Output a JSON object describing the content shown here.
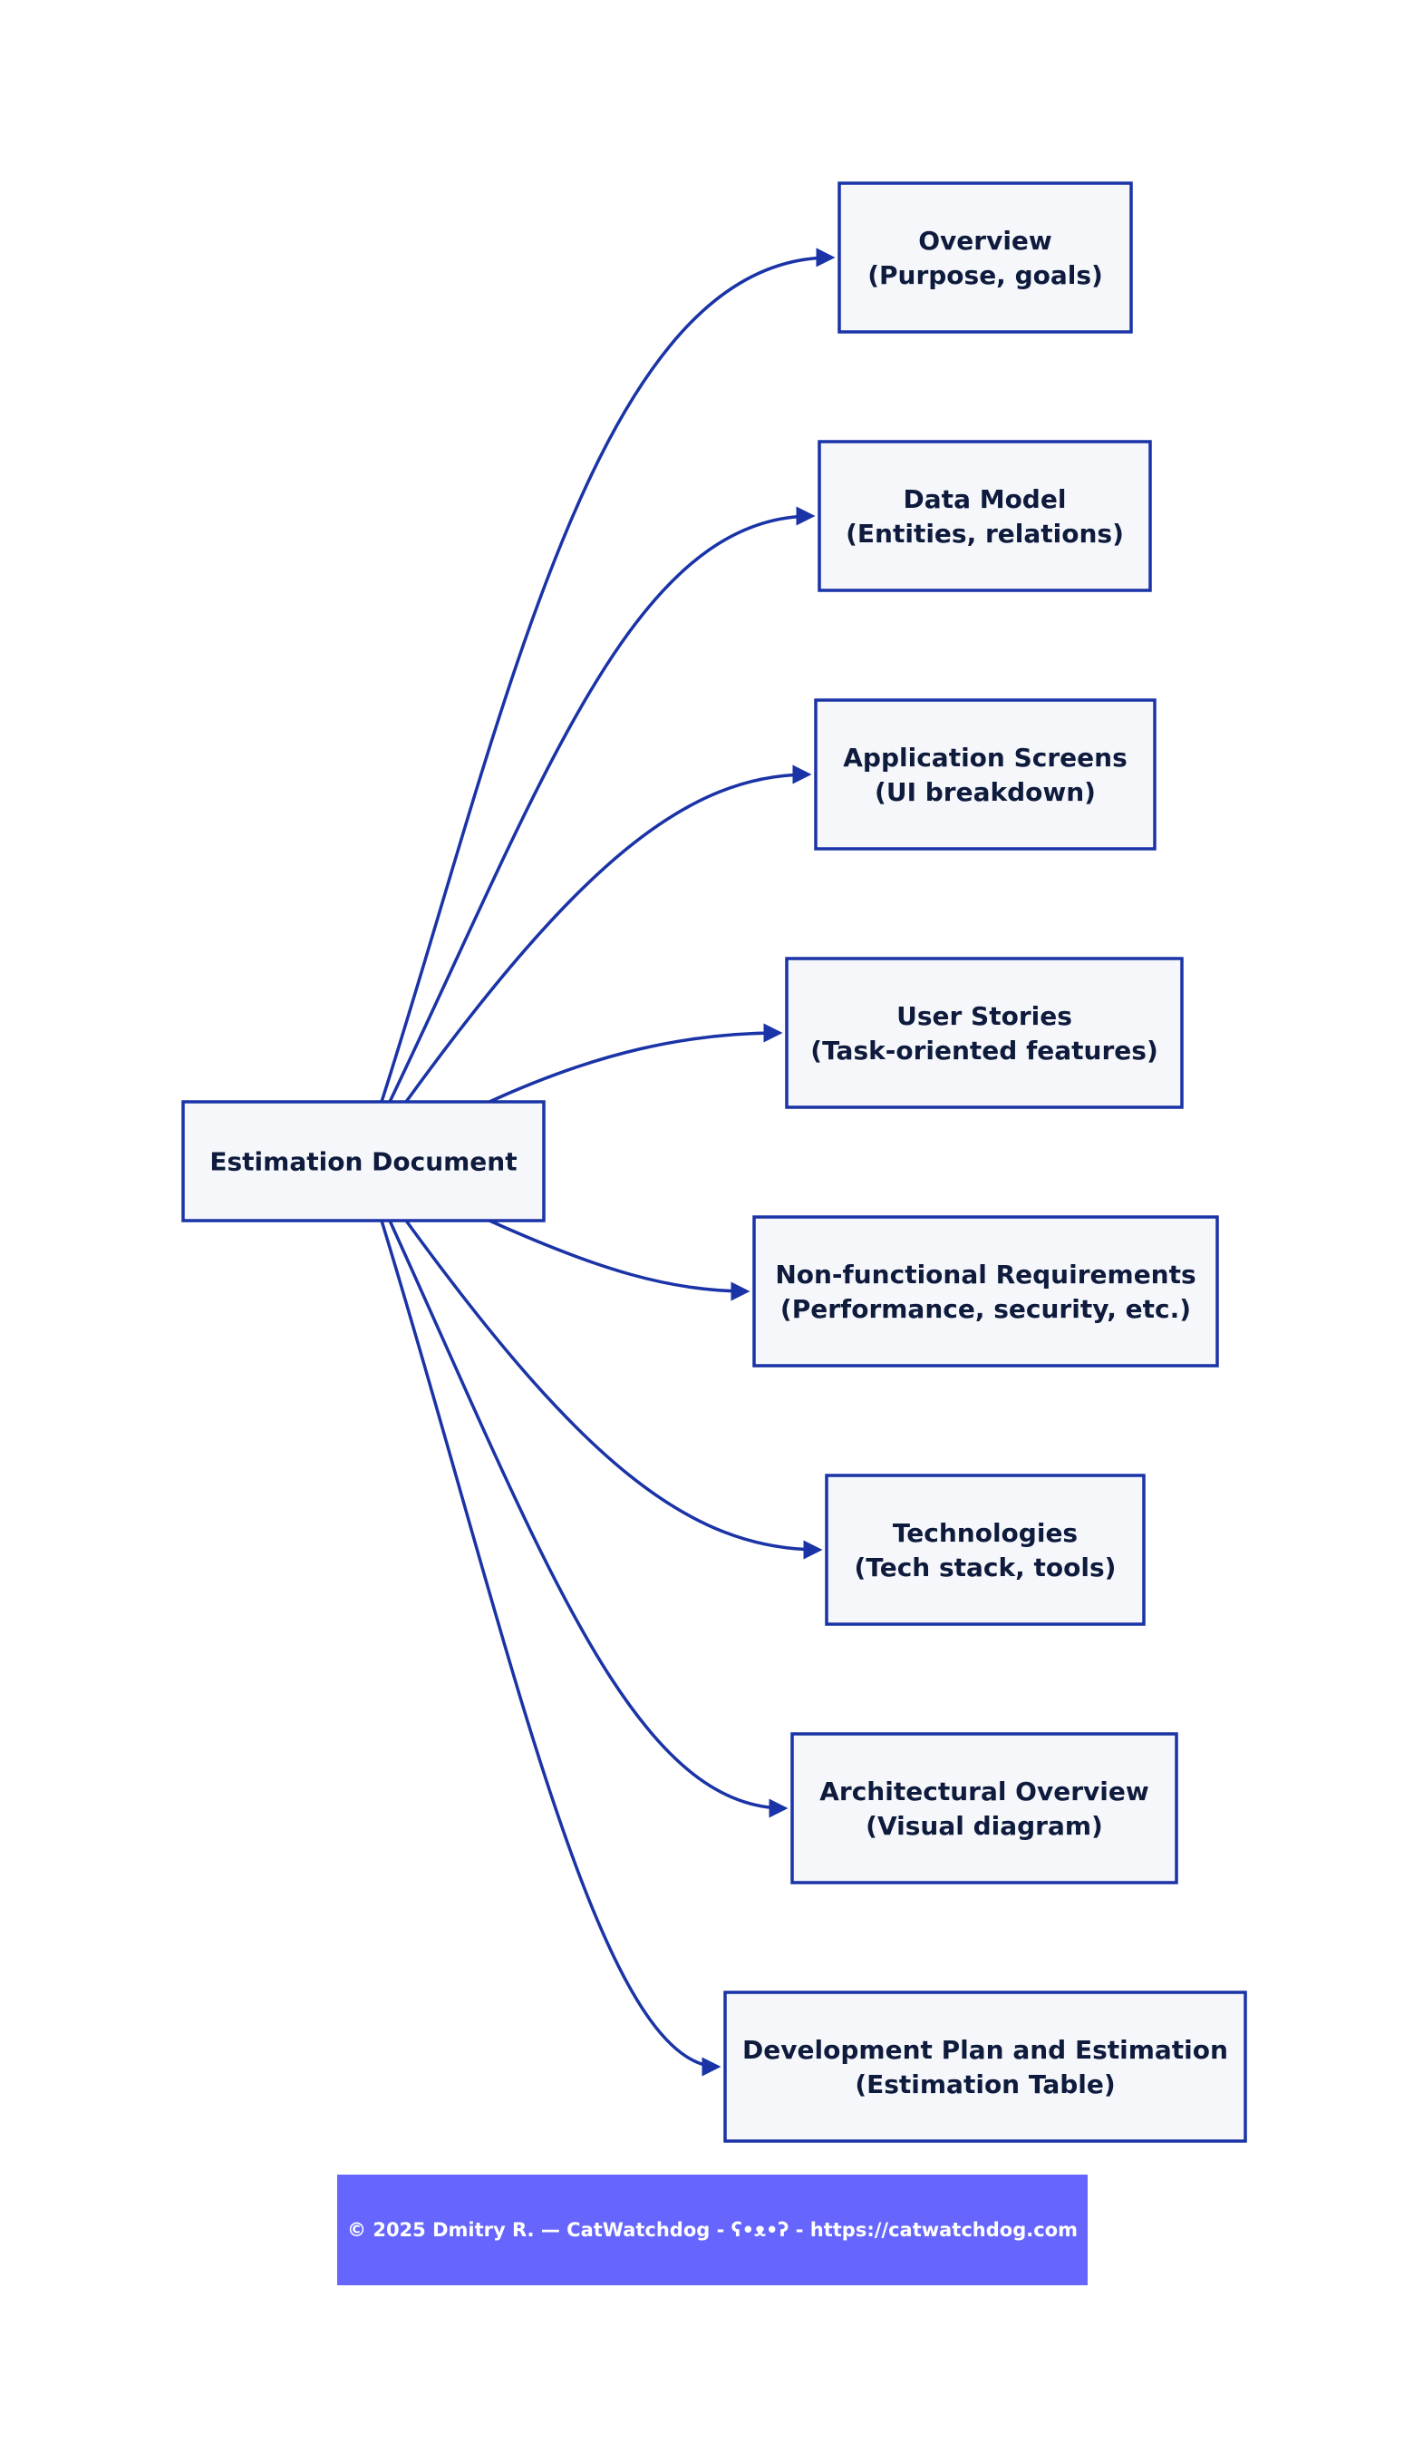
{
  "diagram": {
    "root": {
      "id": "estimation-document",
      "label": "Estimation Document"
    },
    "children": [
      {
        "id": "overview",
        "line1": "Overview",
        "line2": "(Purpose, goals)"
      },
      {
        "id": "data-model",
        "line1": "Data Model",
        "line2": "(Entities, relations)"
      },
      {
        "id": "application-screens",
        "line1": "Application Screens",
        "line2": "(UI breakdown)"
      },
      {
        "id": "user-stories",
        "line1": "User Stories",
        "line2": "(Task-oriented features)"
      },
      {
        "id": "non-functional-requirements",
        "line1": "Non-functional Requirements",
        "line2": "(Performance, security, etc.)"
      },
      {
        "id": "technologies",
        "line1": "Technologies",
        "line2": "(Tech stack, tools)"
      },
      {
        "id": "architectural-overview",
        "line1": "Architectural Overview",
        "line2": "(Visual diagram)"
      },
      {
        "id": "development-plan",
        "line1": "Development Plan and Estimation",
        "line2": "(Estimation Table)"
      }
    ],
    "edges": [
      {
        "from": "estimation-document",
        "to": "overview"
      },
      {
        "from": "estimation-document",
        "to": "data-model"
      },
      {
        "from": "estimation-document",
        "to": "application-screens"
      },
      {
        "from": "estimation-document",
        "to": "user-stories"
      },
      {
        "from": "estimation-document",
        "to": "non-functional-requirements"
      },
      {
        "from": "estimation-document",
        "to": "technologies"
      },
      {
        "from": "estimation-document",
        "to": "architectural-overview"
      },
      {
        "from": "estimation-document",
        "to": "development-plan"
      }
    ]
  },
  "footer": {
    "text": "© 2025 Dmitry R. — CatWatchdog - ʕ•ᴥ•ʔ - https://catwatchdog.com",
    "background": "#6666ff"
  },
  "colors": {
    "edge": "#1a33a6",
    "node_fill": "#f5f7fb",
    "node_border": "#1a33a6",
    "node_text": "#0f1b3d"
  }
}
